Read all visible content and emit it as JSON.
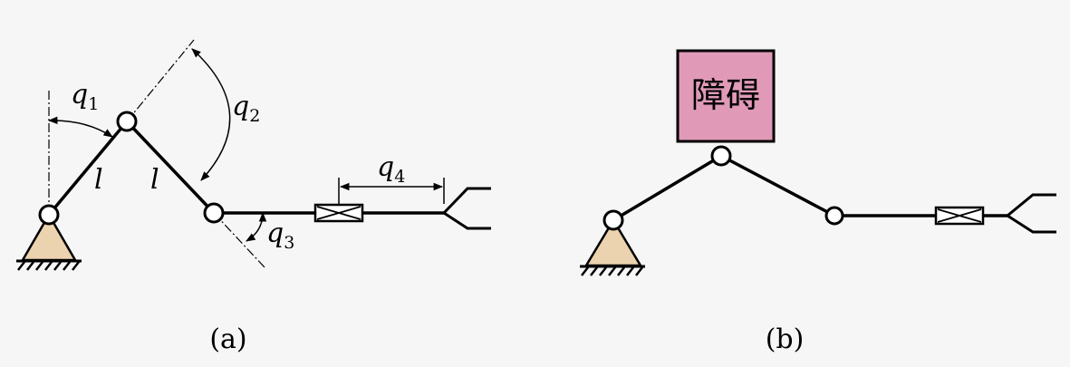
{
  "figure_a": {
    "caption": "(a)",
    "angle_labels": [
      {
        "symbol": "q",
        "sub": "1"
      },
      {
        "symbol": "q",
        "sub": "2"
      },
      {
        "symbol": "q",
        "sub": "3"
      },
      {
        "symbol": "q",
        "sub": "4"
      }
    ],
    "link_labels": [
      "l",
      "l"
    ]
  },
  "figure_b": {
    "caption": "(b)",
    "obstacle_label": "障碍"
  },
  "colors": {
    "background": "#f6f6f6",
    "base_fill": "#ecd3af",
    "obstacle_fill": "#e09ab8",
    "line": "#000000"
  }
}
